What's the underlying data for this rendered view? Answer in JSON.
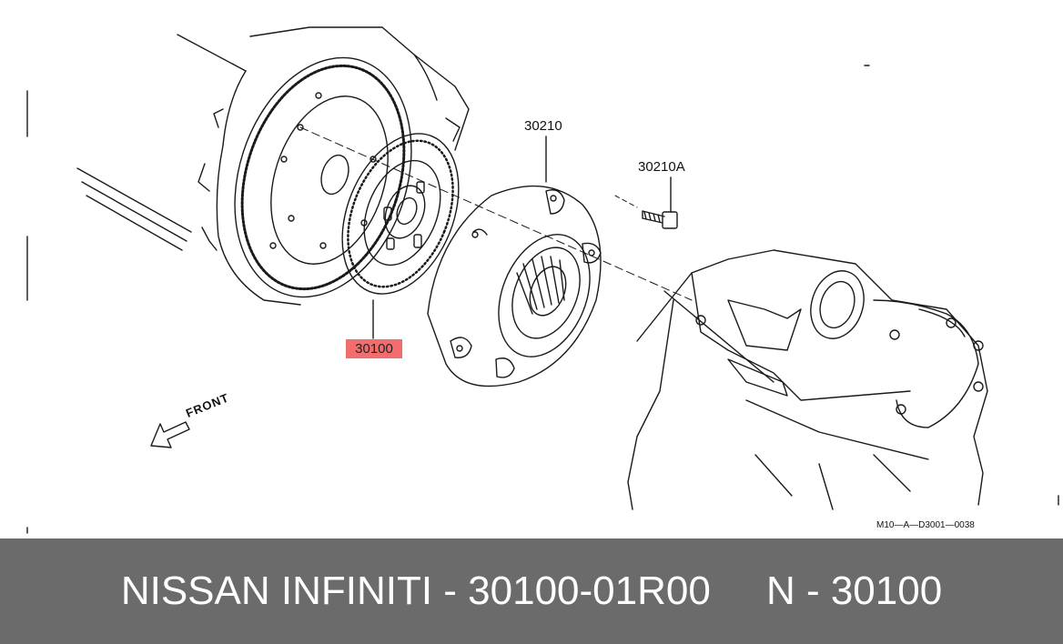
{
  "callouts": {
    "pressure_plate": "30210",
    "bolt": "30210A",
    "clutch_disc": "30100"
  },
  "direction_label": "FRONT",
  "reference_code": "M10—A—D3001—0038",
  "footer": {
    "text": "NISSAN INFINITI - 30100-01R00     N - 30100"
  },
  "colors": {
    "highlight": "#f26d6d",
    "footer_bg": "#6b6b6b",
    "line": "#1a1a1a"
  }
}
